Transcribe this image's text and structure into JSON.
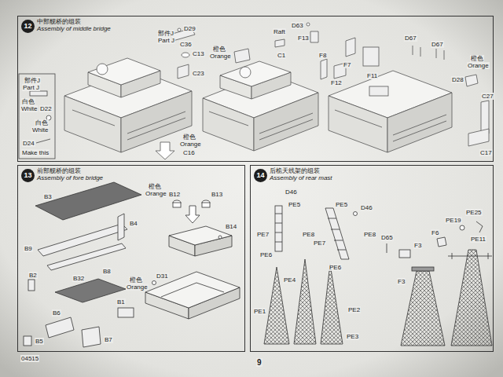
{
  "diagram": {
    "nodes": [
      {
        "text": [
          "中部舰桥的组装",
          "Assembly of middle bridge"
        ]
      },
      {
        "text": [
          "12"
        ],
        "in": 0
      },
      {
        "text": [
          "前部舰桥的组装",
          "Assembly of fore bridge"
        ]
      },
      {
        "text": [
          "13"
        ],
        "in": 2
      },
      {
        "text": [
          "后桅天线架的组装",
          "Assembly of rear mast"
        ]
      },
      {
        "text": [
          "14"
        ],
        "in": 4
      }
    ],
    "labels": [
      "D29",
      "C36",
      "部件J",
      "Part J",
      "C13",
      "C23",
      "橙色",
      "Orange",
      "Raft",
      "D63",
      "F13",
      "C1",
      "F8",
      "F7",
      "F12",
      "F11",
      "D67",
      "D67",
      "橙色",
      "Orange",
      "D28",
      "C27",
      "C17",
      "橙色",
      "Orange",
      "C16",
      "部件J",
      "Part J",
      "白色",
      "White",
      "D22",
      "白色",
      "White",
      "D24",
      "Make this",
      "B3",
      "橙色",
      "Orange",
      "B4",
      "B9",
      "B8",
      "B2",
      "B32",
      "橙色",
      "Orange",
      "B1",
      "B6",
      "B5",
      "B7",
      "B12",
      "B13",
      "B14",
      "D31",
      "D46",
      "PE5",
      "PE7",
      "PE6",
      "PE8",
      "PE5",
      "D46",
      "PE8",
      "PE7",
      "PE6",
      "D65",
      "F3",
      "PE19",
      "PE25",
      "F6",
      "PE11",
      "F3",
      "PE4",
      "PE1",
      "PE2",
      "PE3",
      "04515",
      "9"
    ]
  }
}
